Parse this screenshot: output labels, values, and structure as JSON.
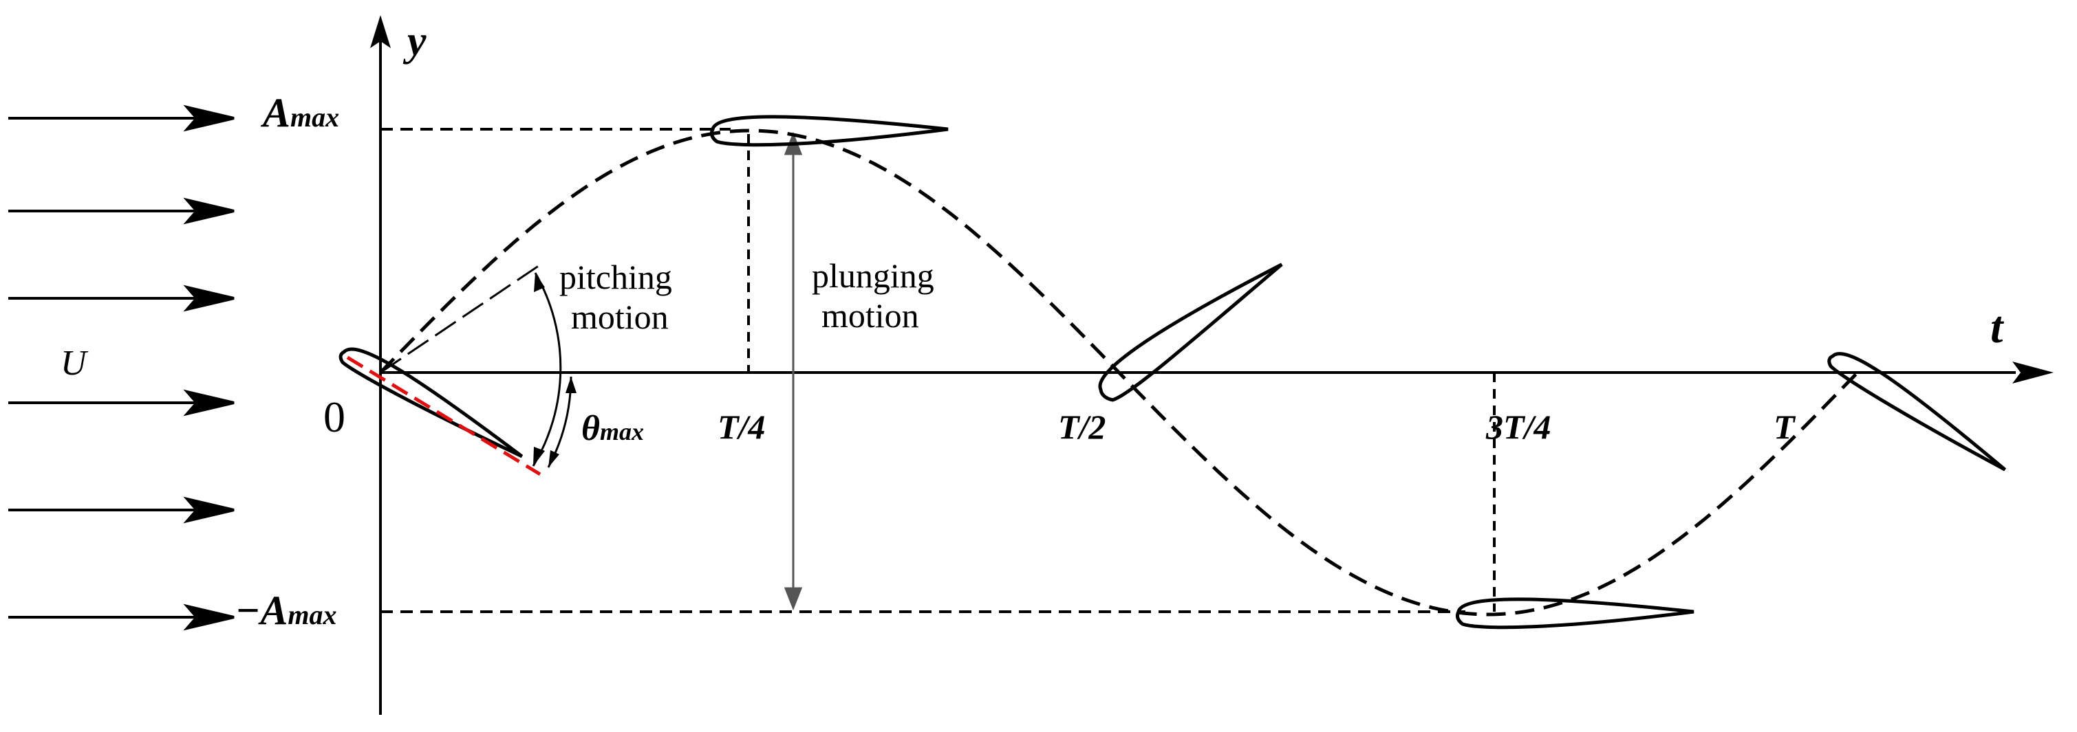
{
  "axes": {
    "y_label": "y",
    "t_label": "t",
    "origin_label": "0",
    "amax_label": "A",
    "amax_sub": "max",
    "neg_amax_label": "−A",
    "neg_amax_sub": "max"
  },
  "ticks": {
    "quarter": "T/4",
    "half": "T/2",
    "three_quarter": "3T/4",
    "full": "T"
  },
  "flow": {
    "label": "U"
  },
  "annotations": {
    "pitching_line1": "pitching",
    "pitching_line2": "motion",
    "plunging_line1": "plunging",
    "plunging_line2": "motion",
    "theta": "θ",
    "theta_sub": "max"
  },
  "colors": {
    "ink": "#000000",
    "chord": "#e01010",
    "background": "#ffffff"
  }
}
